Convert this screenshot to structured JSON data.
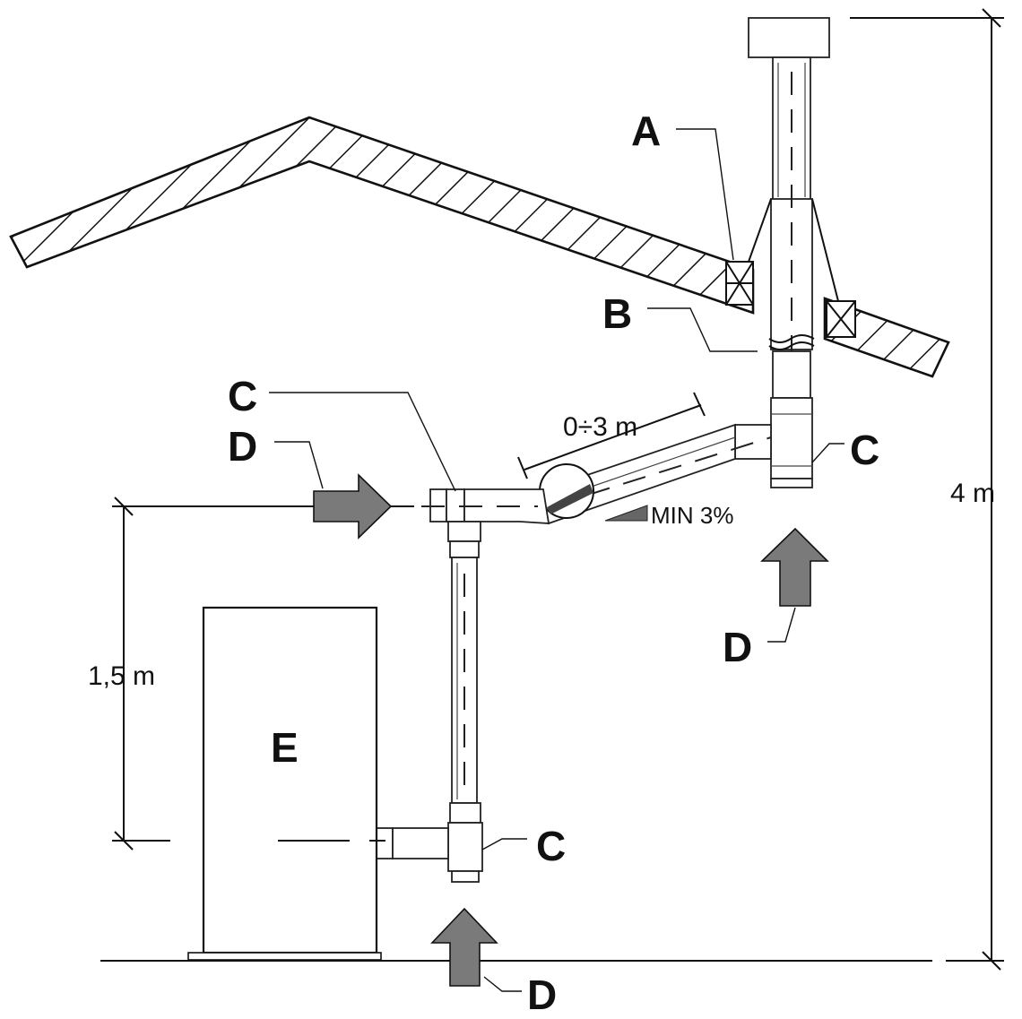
{
  "labels": {
    "a": "A",
    "b": "B",
    "c": "C",
    "d": "D",
    "e": "E"
  },
  "dimensions": {
    "horizontal_run": "0÷3 m",
    "slope": "MIN 3%",
    "total_height": "4 m",
    "inlet_height": "1,5 m"
  },
  "colors": {
    "arrow_fill": "#7a7a7a",
    "line": "#111111"
  }
}
